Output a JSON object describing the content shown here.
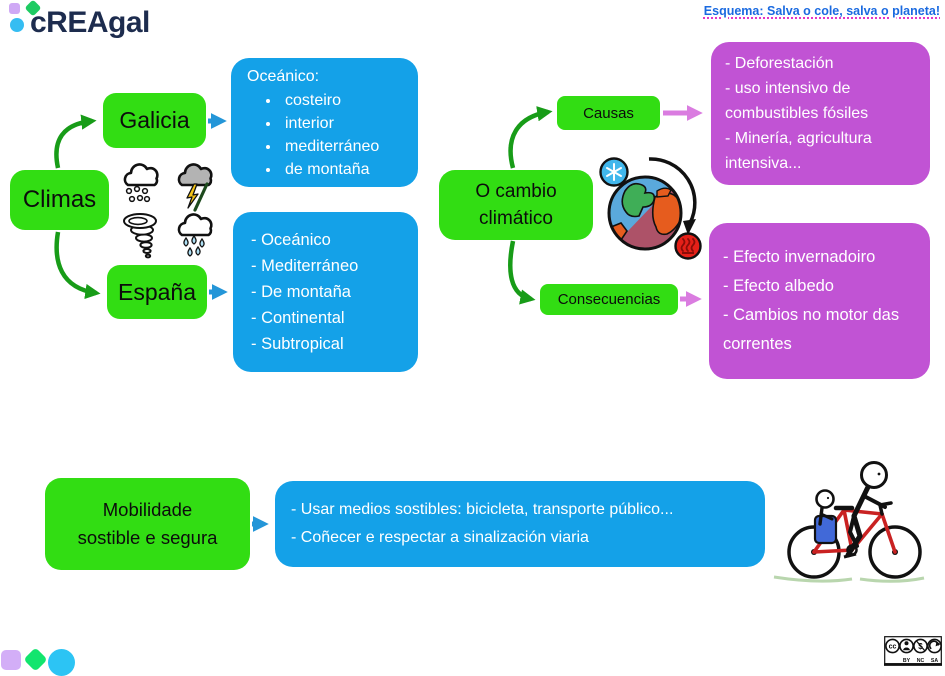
{
  "header": {
    "logo_text": "cREAgal",
    "title": "Esquema: Salva o cole, salva o planeta!"
  },
  "climas": {
    "root_label": "Climas",
    "galicia_label": "Galicia",
    "espana_label": "España",
    "galicia_detail": {
      "title": "Oceánico:",
      "bullets": [
        "costeiro",
        "interior",
        "mediterráneo",
        "de montaña"
      ]
    },
    "espana_detail": {
      "lines": [
        "- Oceánico",
        "- Mediterráneo",
        "- De montaña",
        "- Continental",
        "- Subtropical"
      ]
    }
  },
  "cambio": {
    "root_label_line1": "O cambio",
    "root_label_line2": "climático",
    "causas_label": "Causas",
    "consecuencias_label": "Consecuencias",
    "causas_detail": {
      "lines": [
        "- Deforestación",
        "- uso intensivo de combustibles fósiles",
        "- Minería, agricultura intensiva..."
      ]
    },
    "consecuencias_detail": {
      "lines": [
        "- Efecto invernadoiro",
        "- Efecto albedo",
        "- Cambios no motor das correntes"
      ]
    }
  },
  "mobilidade": {
    "label_line1": "Mobilidade",
    "label_line2": "sostible e segura",
    "detail": {
      "lines": [
        "- Usar medios sostibles: bicicleta, transporte público...",
        "- Coñecer e respectar a sinalización viaria"
      ]
    }
  },
  "footer": {
    "license_labels": [
      "BY",
      "NC",
      "SA"
    ],
    "license_name": "cc-by-nc-sa"
  },
  "icons": {
    "weather": [
      "snow-cloud",
      "storm-cloud",
      "tornado",
      "rain-cloud"
    ],
    "earth": "earth-climate-cycle",
    "bicycle": "bicycle-with-child-seat",
    "logo_shapes": [
      "purple-square",
      "green-diamond",
      "blue-circle"
    ]
  },
  "colors": {
    "node_green": "#32dd13",
    "detail_blue": "#14a1e8",
    "detail_magenta": "#c153d4",
    "arrow_green": "#189c18",
    "arrow_blue": "#2496d8",
    "arrow_magenta": "#da7ce0",
    "title_blue": "#1a6ae0",
    "logo_navy": "#1d2c4e"
  }
}
